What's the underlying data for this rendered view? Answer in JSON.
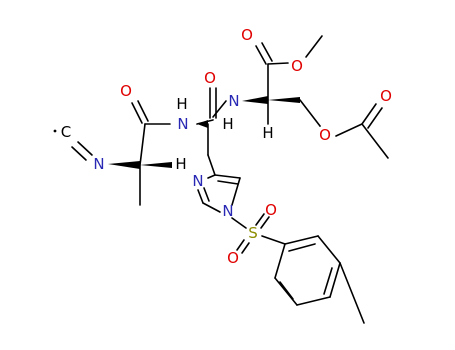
{
  "colors": {
    "carbon": "#000000",
    "oxygen": "#e00000",
    "nitrogen": "#2828b4",
    "sulfur": "#8c8c00",
    "background": "#ffffff"
  },
  "atoms": {
    "o_ester_carbonyl": "O",
    "o_ester_methoxy": "O",
    "o_acetoxy_carbonyl": "O",
    "o_acetoxy_ether": "O",
    "o_amide_left": "O",
    "o_amide_right": "O",
    "n_amide_left": "N",
    "h_amide_left": "H",
    "h_alpha_his": "H",
    "n_amide_right": "N",
    "h_alpha_ser": "H",
    "c_isocyanide": "C",
    "n_isocyanide": "N",
    "h_alpha_ala": "H",
    "n_imidazole_top": "N",
    "n_imidazole_bottom": "N",
    "s_sulfonyl": "S",
    "o_sulfonyl_top": "O",
    "o_sulfonyl_bottom": "O"
  }
}
